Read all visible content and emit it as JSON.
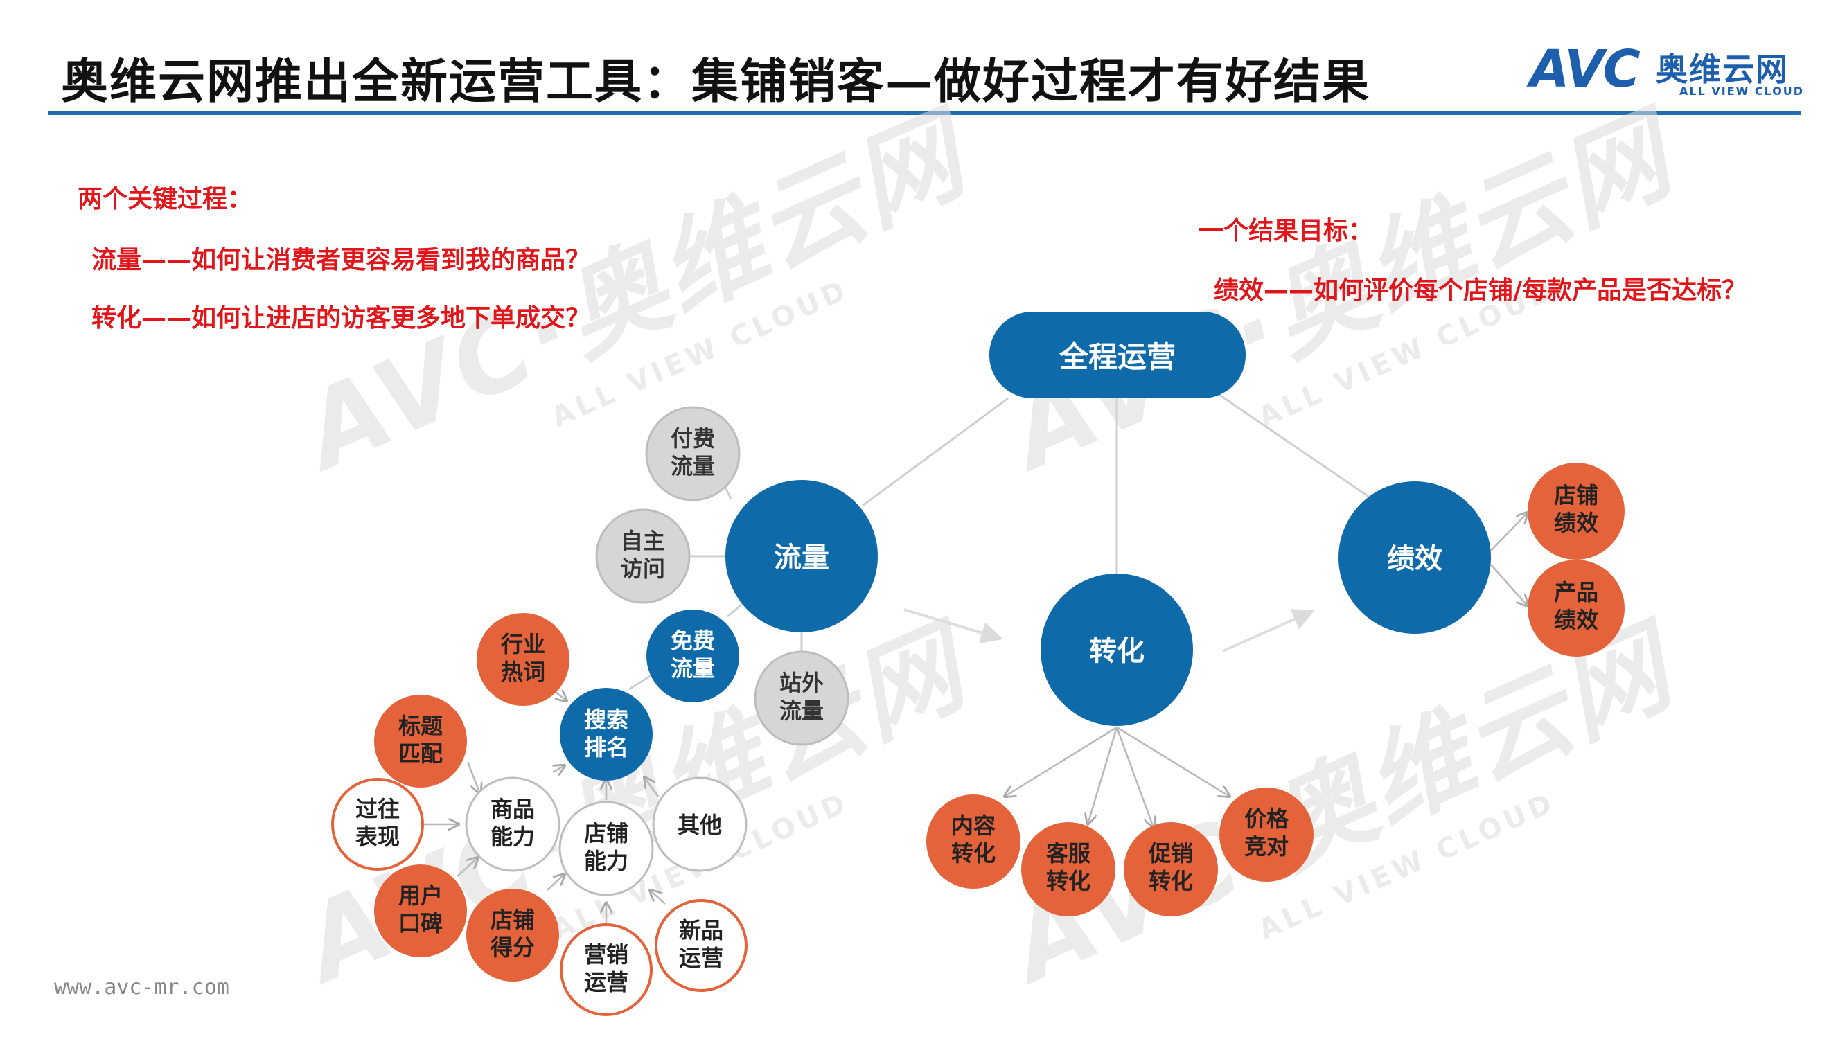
{
  "header": {
    "title": "奥维云网推出全新运营工具：集铺销客—做好过程才有好结果",
    "logo_mark": "AVC",
    "logo_cn": "奥维云网",
    "logo_en": "ALL VIEW CLOUD"
  },
  "notes": {
    "left_heading": "两个关键过程：",
    "left_line1": "流量——如何让消费者更容易看到我的商品？",
    "left_line2": "转化——如何让进店的访客更多地下单成交？",
    "right_heading": "一个结果目标：",
    "right_line1": "绩效——如何评价每个店铺/每款产品是否达标？"
  },
  "watermark": {
    "mark": "AVC·奥维云网",
    "sub": "ALL VIEW CLOUD"
  },
  "footer": {
    "site": "www.avc-mr.com"
  },
  "colors": {
    "blue": "#0e6aa8",
    "orange": "#e4633a",
    "gray": "#d6d6d6",
    "outline_orange": "#e4633a",
    "outline_gray": "#bdbdbd",
    "accent_red": "#e0161a"
  },
  "nodes": {
    "root": "全程运营",
    "traffic": "流量",
    "conversion": "转化",
    "performance": "绩效",
    "paid": [
      "付费",
      "流量"
    ],
    "self": [
      "自主",
      "访问"
    ],
    "free": [
      "免费",
      "流量"
    ],
    "offsite": [
      "站外",
      "流量"
    ],
    "search": [
      "搜索",
      "排名"
    ],
    "industry": [
      "行业",
      "热词"
    ],
    "title_match": [
      "标题",
      "匹配"
    ],
    "past": [
      "过往",
      "表现"
    ],
    "product_ability": [
      "商品",
      "能力"
    ],
    "store_ability": [
      "店铺",
      "能力"
    ],
    "other": [
      "其他"
    ],
    "reputation": [
      "用户",
      "口碑"
    ],
    "store_score": [
      "店铺",
      "得分"
    ],
    "marketing": [
      "营销",
      "运营"
    ],
    "new_product": [
      "新品",
      "运营"
    ],
    "content": [
      "内容",
      "转化"
    ],
    "service": [
      "客服",
      "转化"
    ],
    "promo": [
      "促销",
      "转化"
    ],
    "price": [
      "价格",
      "竞对"
    ],
    "store_perf": [
      "店铺",
      "绩效"
    ],
    "product_perf": [
      "产品",
      "绩效"
    ]
  }
}
